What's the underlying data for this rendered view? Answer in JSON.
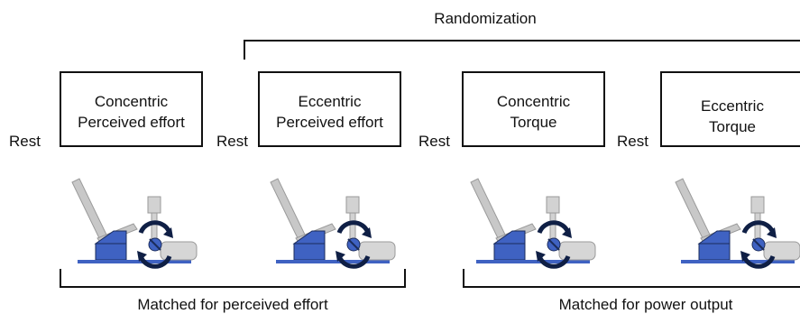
{
  "header": {
    "label": "Randomization"
  },
  "rest_label": "Rest",
  "conditions": [
    {
      "line1": "Concentric",
      "line2": "Perceived effort"
    },
    {
      "line1": "Eccentric",
      "line2": "Perceived effort"
    },
    {
      "line1": "Concentric",
      "line2": "Torque"
    },
    {
      "line1": "Eccentric",
      "line2": "Torque"
    }
  ],
  "brackets": [
    {
      "label": "Matched for perceived effort"
    },
    {
      "label": "Matched for power output"
    }
  ],
  "colors": {
    "seat_gray": "#c8c8c8",
    "seat_edge": "#9a9a9a",
    "blue": "#3f62c2",
    "dark_blue": "#1b2c5c",
    "arrow_navy": "#0f1f45"
  },
  "icons": [
    "dynamometer-icon",
    "rotation-arrows-icon"
  ]
}
